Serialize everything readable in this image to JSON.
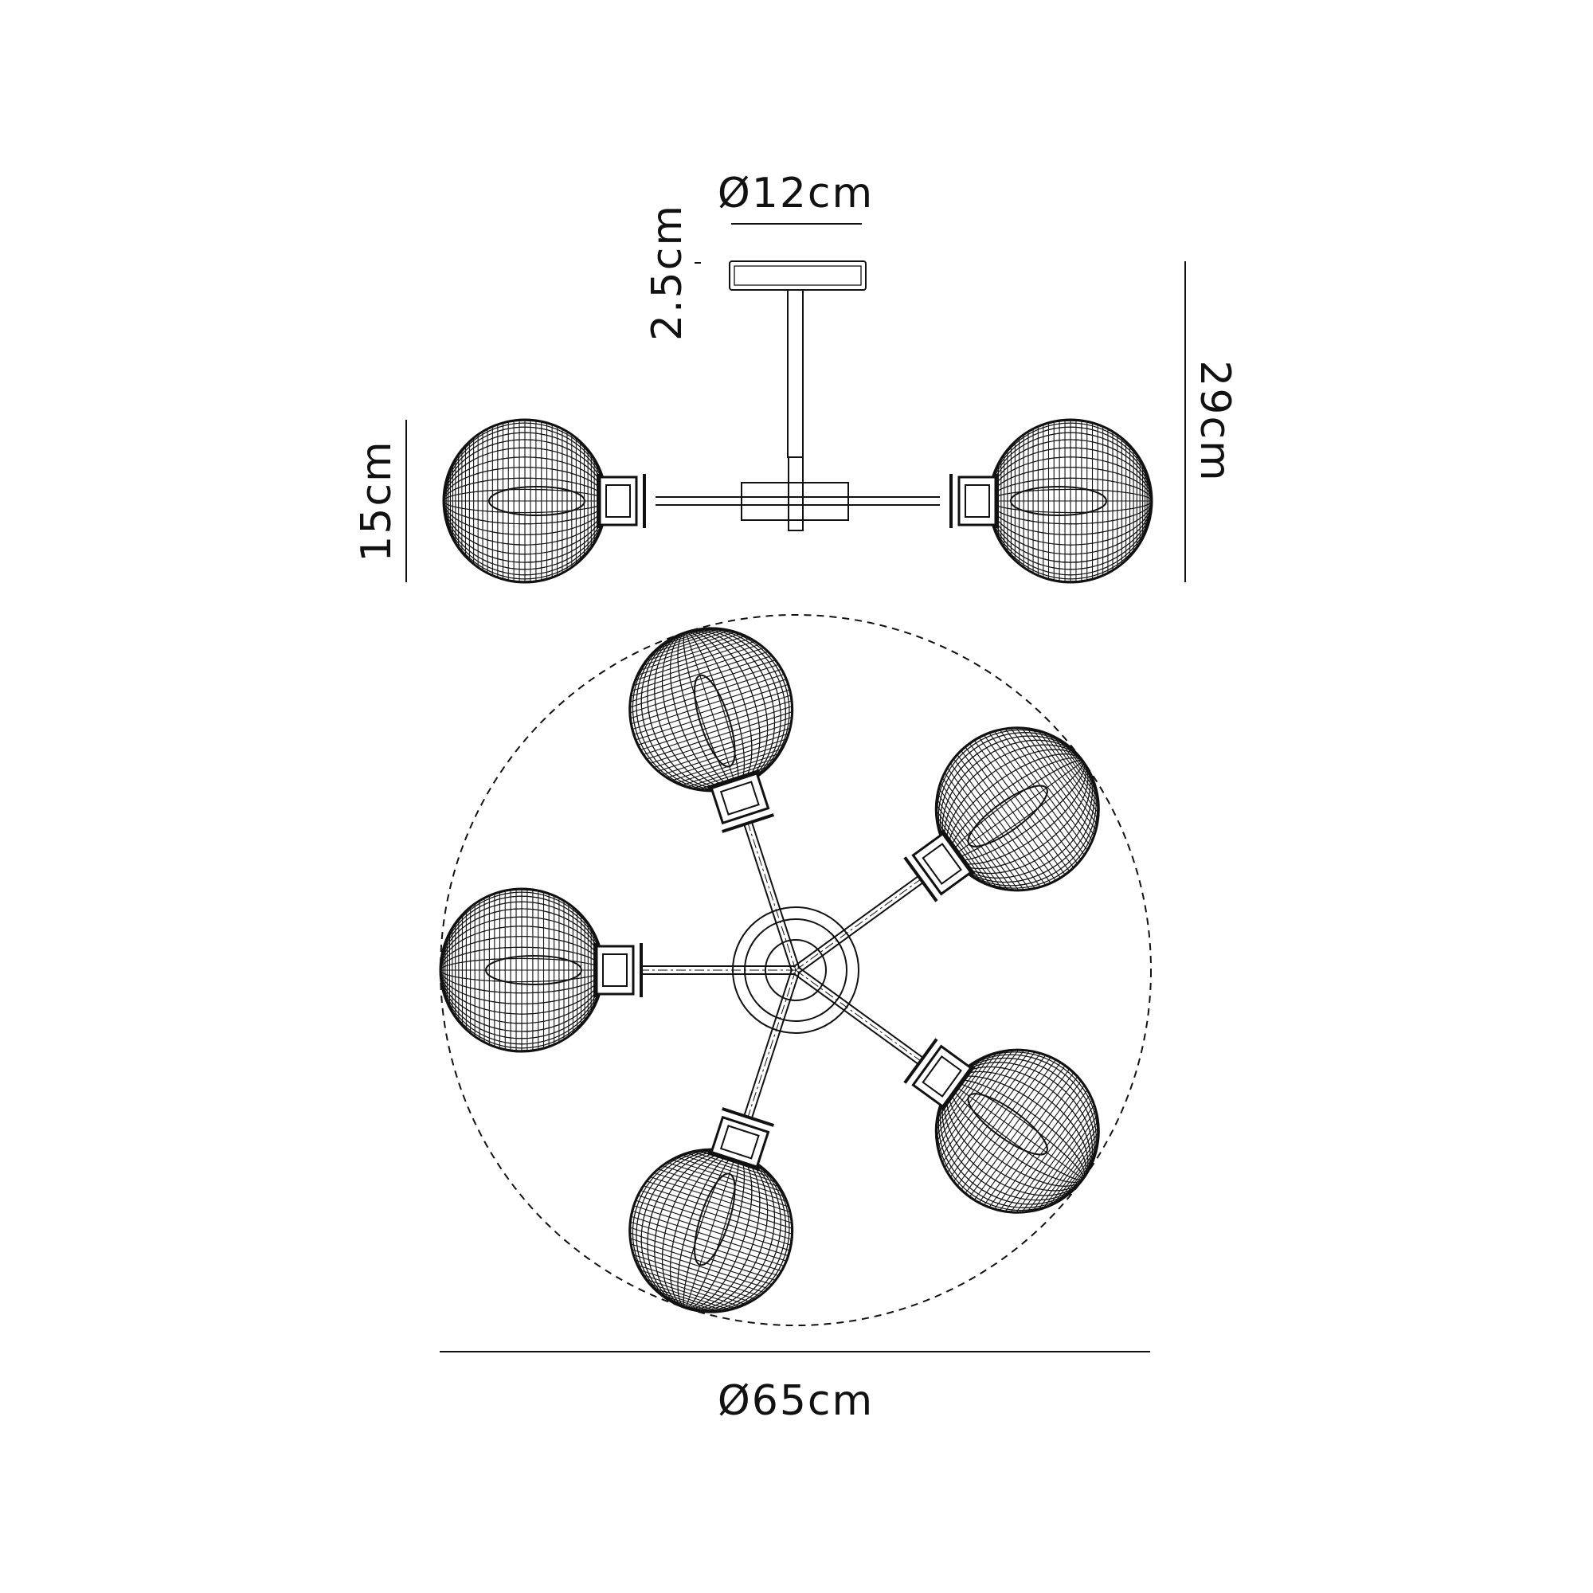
{
  "side_view": {
    "canopy_diameter": "Ø12cm",
    "canopy_height": "2.5cm",
    "total_height": "29cm",
    "globe_height": "15cm"
  },
  "top_view": {
    "overall_diameter": "Ø65cm",
    "light_count": 5
  },
  "colors": {
    "line": "#111111",
    "background": "#ffffff"
  }
}
